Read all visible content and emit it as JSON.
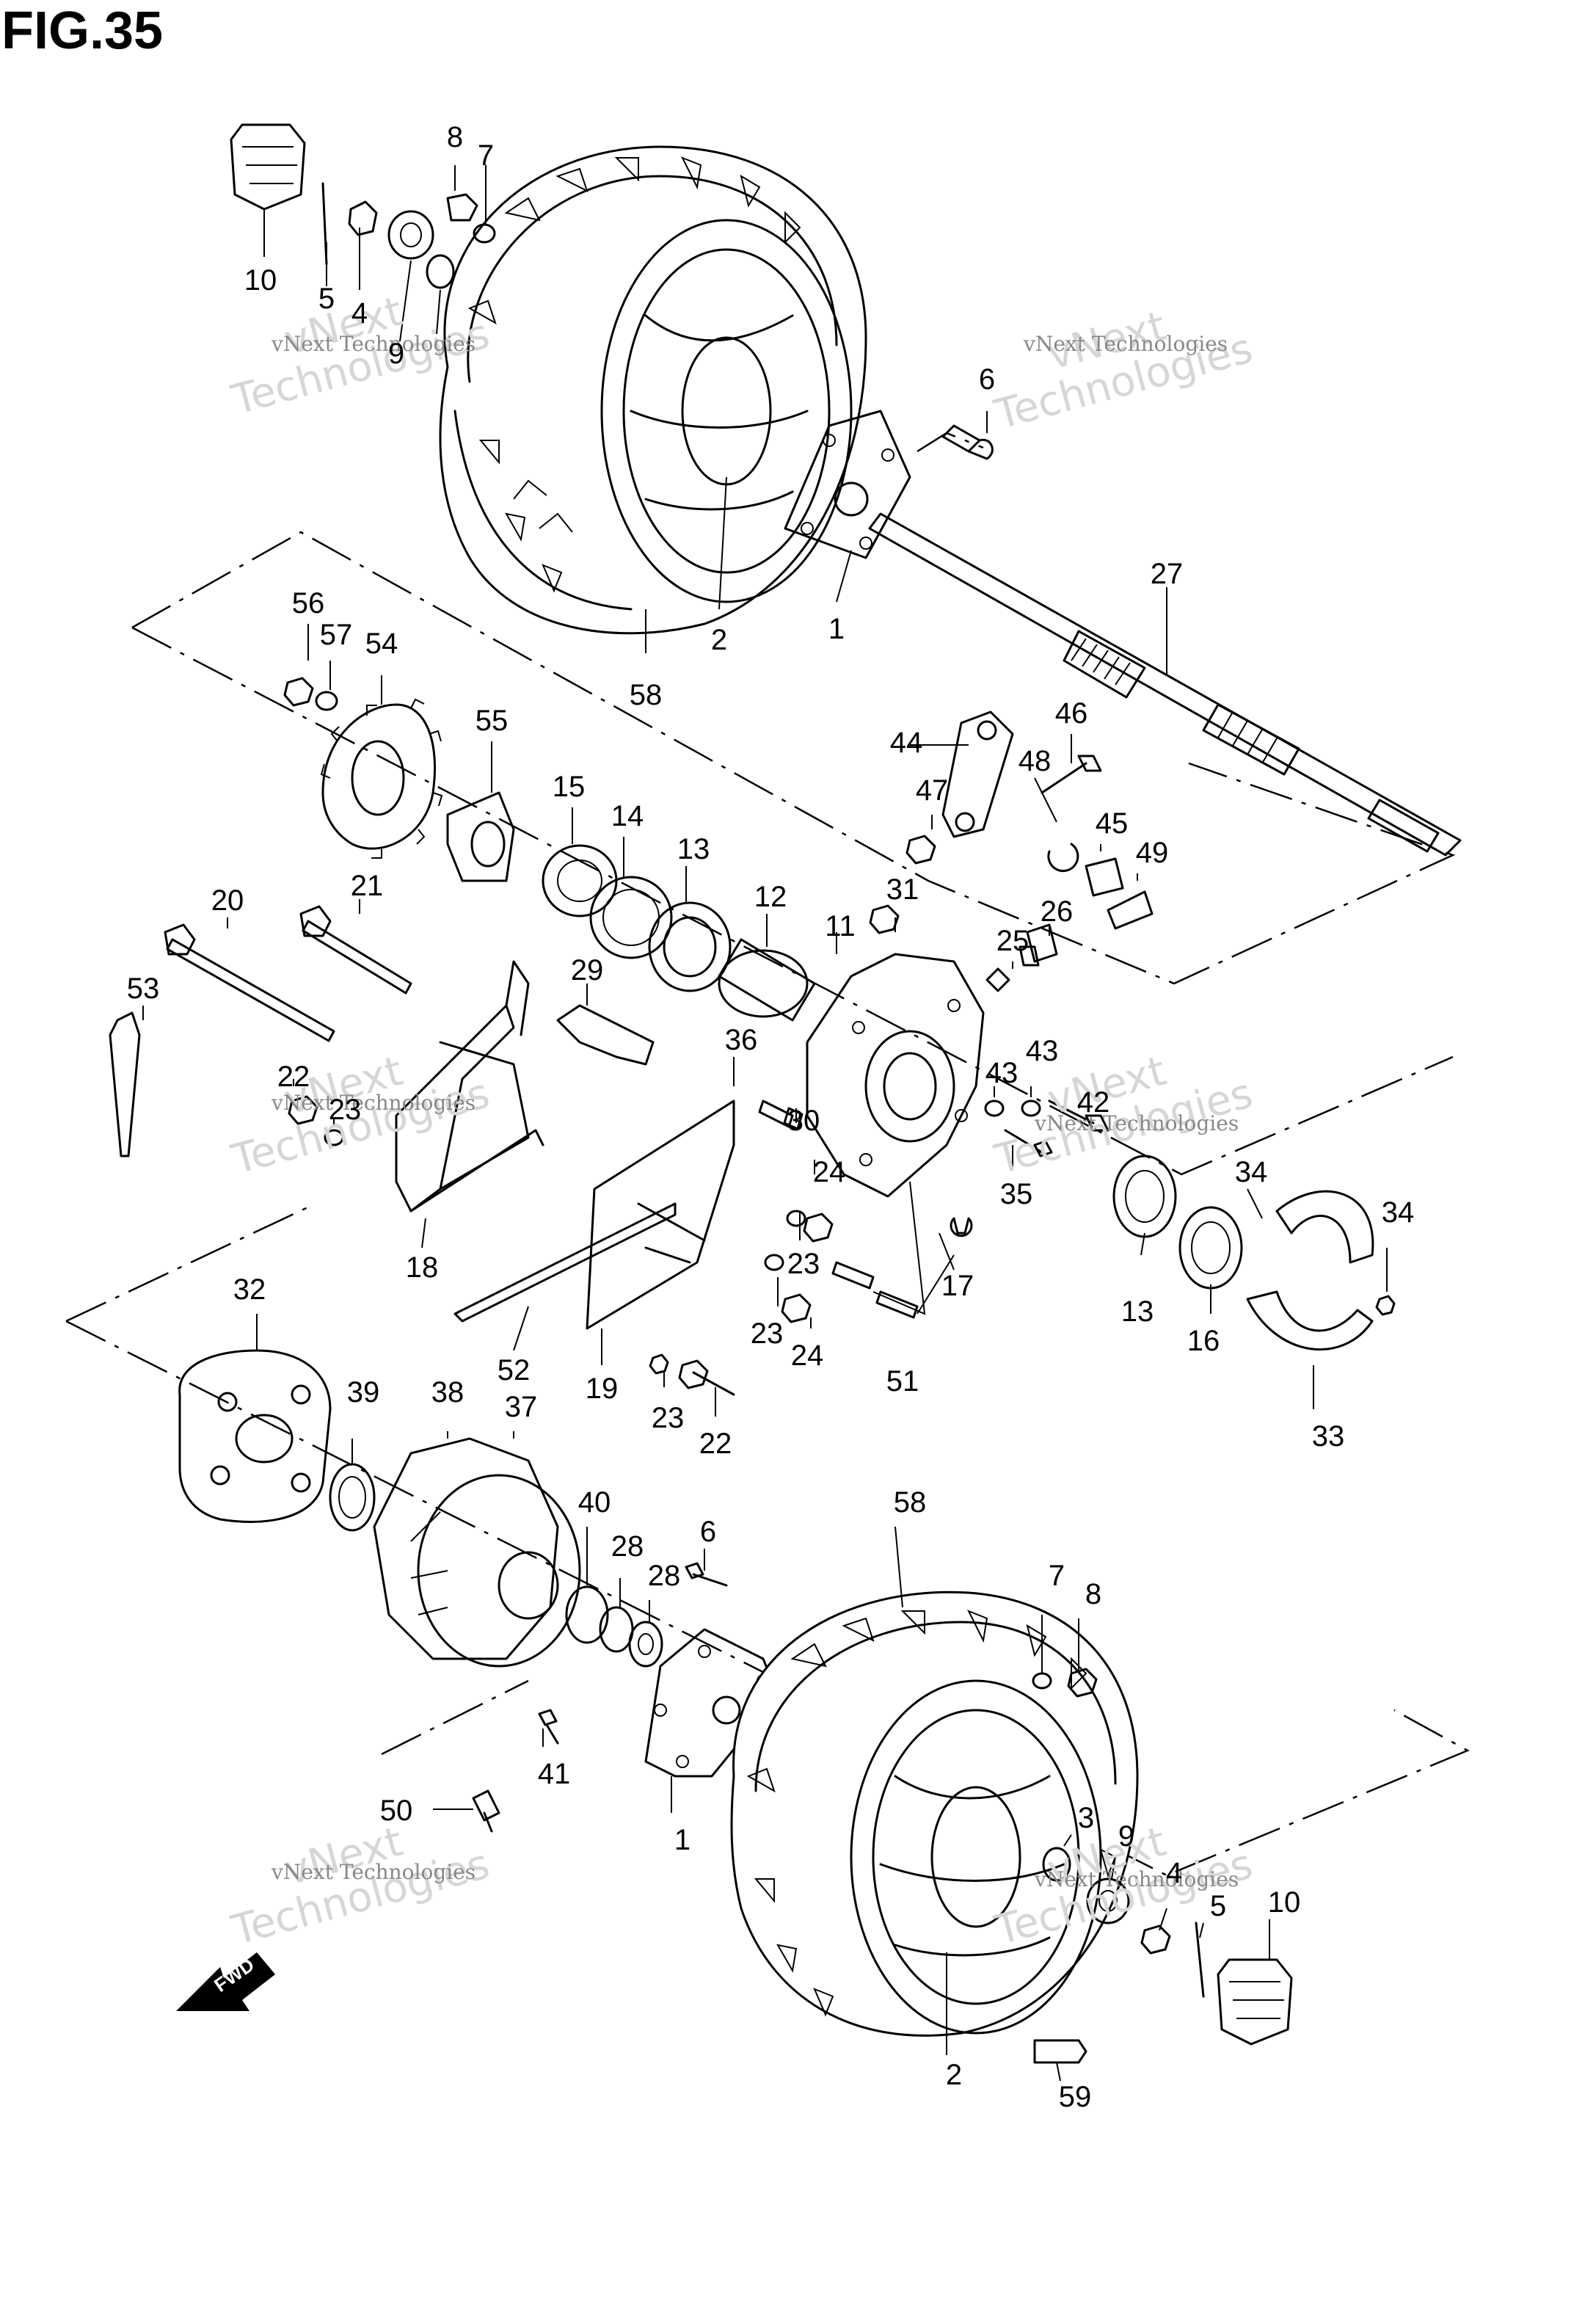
{
  "figure": {
    "title": "FIG.35"
  },
  "watermark": {
    "line1": "vNext",
    "line2": "Technologies",
    "small": "vNext Technologies"
  },
  "fwd_label": "FWD",
  "callouts": [
    {
      "id": "c10a",
      "n": "10"
    },
    {
      "id": "c5a",
      "n": "5"
    },
    {
      "id": "c4a",
      "n": "4"
    },
    {
      "id": "c9a",
      "n": "9"
    },
    {
      "id": "c8a",
      "n": "8"
    },
    {
      "id": "c7a",
      "n": "7"
    },
    {
      "id": "c6a",
      "n": "6"
    },
    {
      "id": "c27",
      "n": "27"
    },
    {
      "id": "c2a",
      "n": "2"
    },
    {
      "id": "c1a",
      "n": "1"
    },
    {
      "id": "c58a",
      "n": "58"
    },
    {
      "id": "c56",
      "n": "56"
    },
    {
      "id": "c57",
      "n": "57"
    },
    {
      "id": "c54",
      "n": "54"
    },
    {
      "id": "c55",
      "n": "55"
    },
    {
      "id": "c44",
      "n": "44"
    },
    {
      "id": "c46",
      "n": "46"
    },
    {
      "id": "c48",
      "n": "48"
    },
    {
      "id": "c47",
      "n": "47"
    },
    {
      "id": "c45",
      "n": "45"
    },
    {
      "id": "c49",
      "n": "49"
    },
    {
      "id": "c15",
      "n": "15"
    },
    {
      "id": "c14",
      "n": "14"
    },
    {
      "id": "c13a",
      "n": "13"
    },
    {
      "id": "c12",
      "n": "12"
    },
    {
      "id": "c11",
      "n": "11"
    },
    {
      "id": "c31",
      "n": "31"
    },
    {
      "id": "c25",
      "n": "25"
    },
    {
      "id": "c26",
      "n": "26"
    },
    {
      "id": "c20",
      "n": "20"
    },
    {
      "id": "c21",
      "n": "21"
    },
    {
      "id": "c53",
      "n": "53"
    },
    {
      "id": "c29",
      "n": "29"
    },
    {
      "id": "c36",
      "n": "36"
    },
    {
      "id": "c43a",
      "n": "43"
    },
    {
      "id": "c43b",
      "n": "43"
    },
    {
      "id": "c42",
      "n": "42"
    },
    {
      "id": "c22a",
      "n": "22"
    },
    {
      "id": "c23a",
      "n": "23"
    },
    {
      "id": "c30",
      "n": "30"
    },
    {
      "id": "c24a",
      "n": "24"
    },
    {
      "id": "c35",
      "n": "35"
    },
    {
      "id": "c34a",
      "n": "34"
    },
    {
      "id": "c34b",
      "n": "34"
    },
    {
      "id": "c18",
      "n": "18"
    },
    {
      "id": "c23b",
      "n": "23"
    },
    {
      "id": "c17",
      "n": "17"
    },
    {
      "id": "c13b",
      "n": "13"
    },
    {
      "id": "c16",
      "n": "16"
    },
    {
      "id": "c32",
      "n": "32"
    },
    {
      "id": "c52",
      "n": "52"
    },
    {
      "id": "c23c",
      "n": "23"
    },
    {
      "id": "c24b",
      "n": "24"
    },
    {
      "id": "c51",
      "n": "51"
    },
    {
      "id": "c33",
      "n": "33"
    },
    {
      "id": "c19",
      "n": "19"
    },
    {
      "id": "c39",
      "n": "39"
    },
    {
      "id": "c38",
      "n": "38"
    },
    {
      "id": "c37",
      "n": "37"
    },
    {
      "id": "c23d",
      "n": "23"
    },
    {
      "id": "c22b",
      "n": "22"
    },
    {
      "id": "c58b",
      "n": "58"
    },
    {
      "id": "c40",
      "n": "40"
    },
    {
      "id": "c28a",
      "n": "28"
    },
    {
      "id": "c6b",
      "n": "6"
    },
    {
      "id": "c28b",
      "n": "28"
    },
    {
      "id": "c7b",
      "n": "7"
    },
    {
      "id": "c8b",
      "n": "8"
    },
    {
      "id": "c41",
      "n": "41"
    },
    {
      "id": "c50",
      "n": "50"
    },
    {
      "id": "c1b",
      "n": "1"
    },
    {
      "id": "c3",
      "n": "3"
    },
    {
      "id": "c9b",
      "n": "9"
    },
    {
      "id": "c4b",
      "n": "4"
    },
    {
      "id": "c5b",
      "n": "5"
    },
    {
      "id": "c10b",
      "n": "10"
    },
    {
      "id": "c59",
      "n": "59"
    },
    {
      "id": "c2b",
      "n": "2"
    }
  ]
}
